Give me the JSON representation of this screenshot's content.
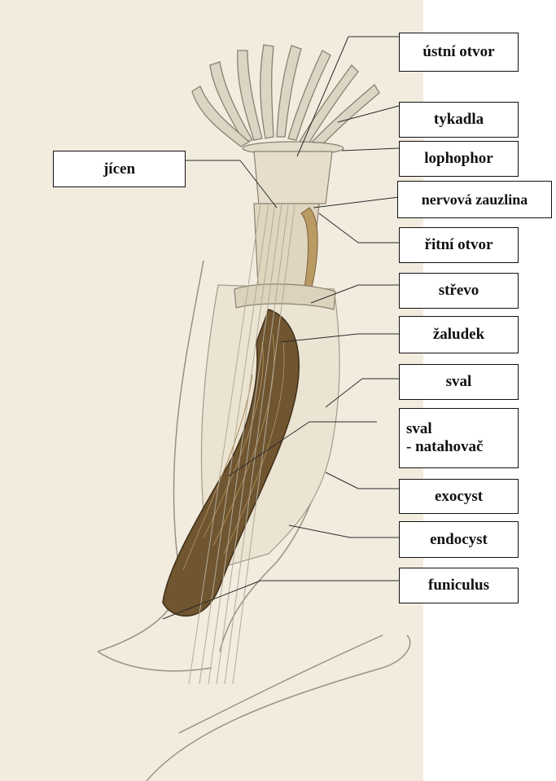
{
  "colors": {
    "paper": "#f2ecdf",
    "tentacle": "#d9d2c0",
    "gut": "#6f5530",
    "outline": "#7a7060",
    "leader_line": "#2b2b2b"
  },
  "labels": {
    "ustni_otvor": "ústní otvor",
    "tykadla": "tykadla",
    "lophophor": "lophophor",
    "jicen": "jícen",
    "nervova_zauzlina": "nervová zauzlina",
    "ritni_otvor": "řitní otvor",
    "strevo": "střevo",
    "zaludek": "žaludek",
    "sval": "sval",
    "sval_natahovac": "sval\n - natahovač",
    "exocyst": "exocyst",
    "endocyst": "endocyst",
    "funiculus": "funiculus"
  }
}
